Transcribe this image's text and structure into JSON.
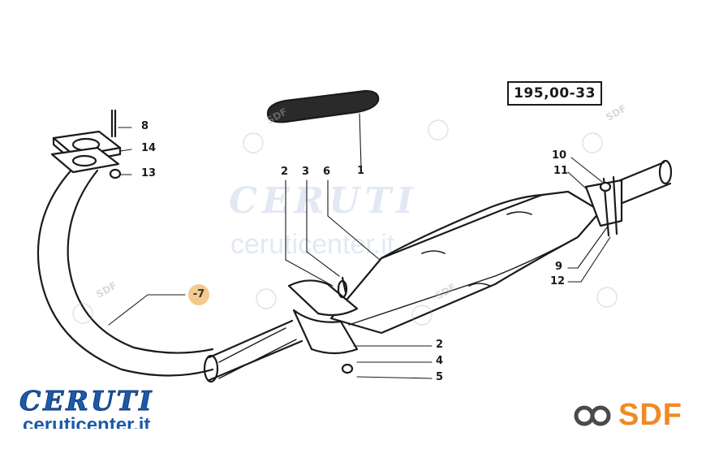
{
  "diagram": {
    "code_label": "195,00-33",
    "callouts": [
      {
        "id": "c1",
        "label": "1"
      },
      {
        "id": "c2a",
        "label": "2"
      },
      {
        "id": "c3",
        "label": "3"
      },
      {
        "id": "c6",
        "label": "6"
      },
      {
        "id": "c2b",
        "label": "2"
      },
      {
        "id": "c4",
        "label": "4"
      },
      {
        "id": "c5",
        "label": "5"
      },
      {
        "id": "c7",
        "label": "-7"
      },
      {
        "id": "c8",
        "label": "8"
      },
      {
        "id": "c14",
        "label": "14"
      },
      {
        "id": "c13",
        "label": "13"
      },
      {
        "id": "c10",
        "label": "10"
      },
      {
        "id": "c11",
        "label": "11"
      },
      {
        "id": "c9",
        "label": "9"
      },
      {
        "id": "c12",
        "label": "12"
      }
    ]
  },
  "branding": {
    "brand_name": "CERUTI",
    "brand_url": "ceruticenter.it",
    "watermark_name": "CERUTI",
    "watermark_url": "ceruticenter.it",
    "sdf_logo_text": "SDF",
    "sdf_badge_text": "SDF",
    "brand_color": "#1d5aa8",
    "sdf_color": "#f08a24",
    "highlight_color": "#f4c98e"
  }
}
